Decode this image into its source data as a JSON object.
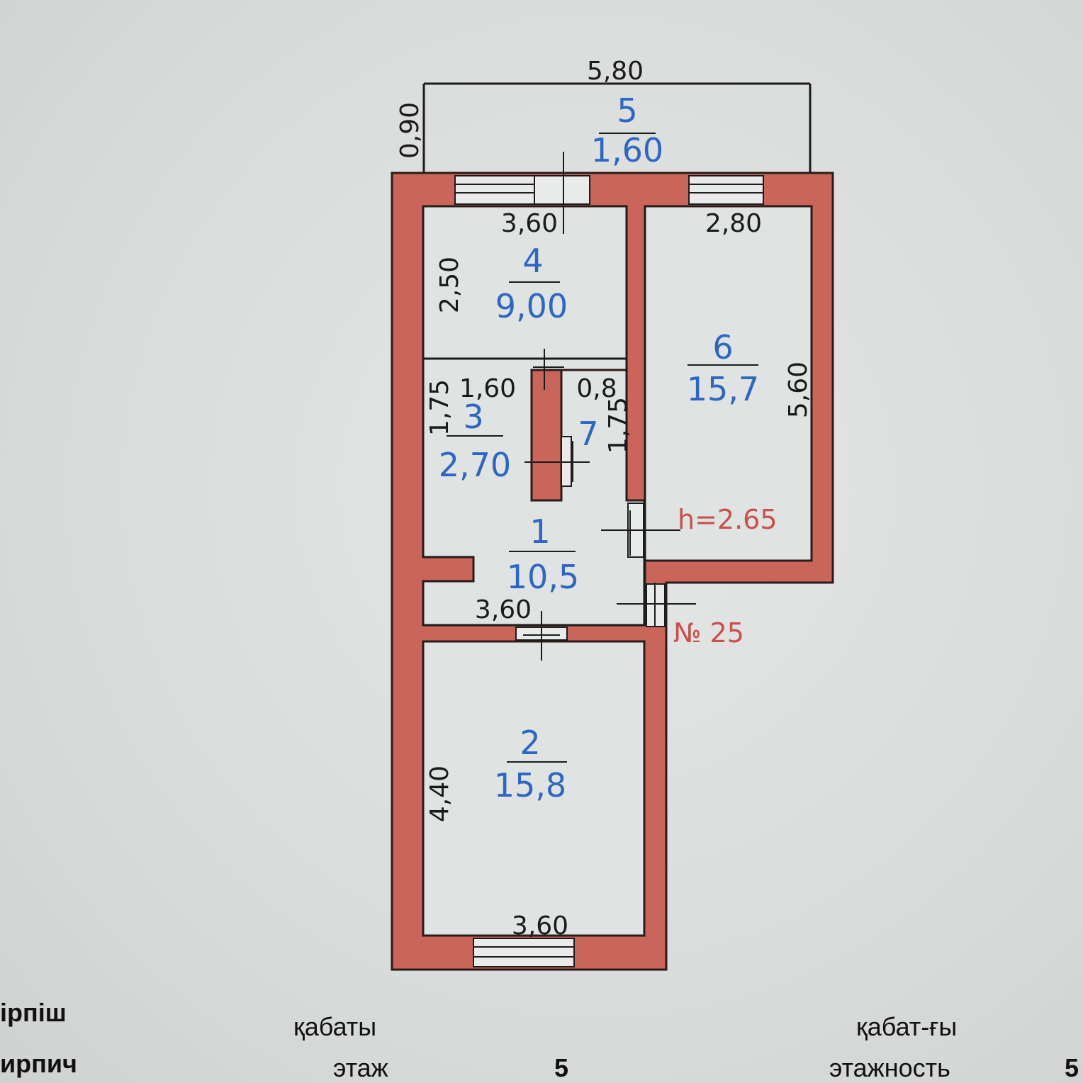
{
  "plan": {
    "rooms": [
      {
        "num": "5",
        "area": "1,60"
      },
      {
        "num": "4",
        "area": "9,00"
      },
      {
        "num": "6",
        "area": "15,7"
      },
      {
        "num": "3",
        "area": "2,70"
      },
      {
        "num": "7",
        "area": ""
      },
      {
        "num": "1",
        "area": "10,5"
      },
      {
        "num": "2",
        "area": "15,8"
      }
    ],
    "dims": {
      "top_width": "5,80",
      "balcony_depth": "0,90",
      "room4_width": "3,60",
      "room4_depth": "2,50",
      "room6_width": "2,80",
      "room6_depth": "5,60",
      "room3_width": "1,60",
      "room3_depth": "1,75",
      "room7_width": "0,8",
      "room7_depth": "1,75",
      "hall_width": "3,60",
      "room2_depth": "4,40",
      "room2_width": "3,60"
    },
    "height": "h=2.65",
    "apartment": "№ 25"
  },
  "footer": {
    "material_kz": "ірпіш",
    "material_ru": "ирпич",
    "floor_kz": "қабаты",
    "floor_ru": "этаж",
    "floor_value": "5",
    "floors_kz": "қабат-ғы",
    "floors_ru": "этажность",
    "floors_value": "5"
  }
}
